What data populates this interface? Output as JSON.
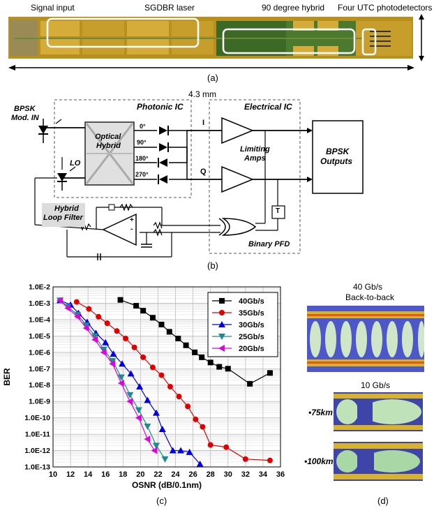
{
  "panel_a": {
    "caption": "(a)",
    "labels": {
      "signal_input": "Signal input",
      "sgdbr": "SGDBR laser",
      "hybrid": "90 degree hybrid",
      "utc": "Four UTC photodetectors"
    },
    "dimension": "4.3 mm",
    "colors": {
      "chip_bg": "#c39a2a",
      "gold": "#c8a43c",
      "green": "#2f5a1e"
    }
  },
  "panel_b": {
    "caption": "(b)",
    "photonic_ic": "Photonic IC",
    "electrical_ic": "Electrical IC",
    "bpsk_in_1": "BPSK",
    "bpsk_in_2": "Mod. IN",
    "lo": "LO",
    "hybrid_1": "Optical",
    "hybrid_2": "Hybrid",
    "ports": [
      "0°",
      "90°",
      "180°",
      "270°"
    ],
    "i_label": "I",
    "q_label": "Q",
    "limiting_1": "Limiting",
    "limiting_2": "Amps",
    "outputs_1": "BPSK",
    "outputs_2": "Outputs",
    "loop_1": "Hybrid",
    "loop_2": "Loop Filter",
    "pfd": "Binary PFD",
    "t_label": "T",
    "plus": "+",
    "minus": "-"
  },
  "panel_c": {
    "caption": "(c)"
  },
  "chart_data": {
    "type": "line",
    "xlabel": "OSNR (dB/0.1nm)",
    "ylabel": "BER",
    "xlim": [
      10,
      36
    ],
    "xticks": [
      10,
      12,
      14,
      16,
      18,
      20,
      22,
      24,
      26,
      28,
      30,
      32,
      34,
      36
    ],
    "ylog": true,
    "ylim": [
      1e-13,
      0.01
    ],
    "yticks": [
      {
        "v": -2,
        "label": "1.0E-2"
      },
      {
        "v": -3,
        "label": "1.0E-3"
      },
      {
        "v": -4,
        "label": "1.0E-4"
      },
      {
        "v": -5,
        "label": "1.0E-5"
      },
      {
        "v": -6,
        "label": "1.0E-6"
      },
      {
        "v": -7,
        "label": "1.0E-7"
      },
      {
        "v": -8,
        "label": "1.0E-8"
      },
      {
        "v": -9,
        "label": "1.0E-9"
      },
      {
        "v": -10,
        "label": "1.0E-10"
      },
      {
        "v": -11,
        "label": "1.0E-11"
      },
      {
        "v": -12,
        "label": "1.0E-12"
      },
      {
        "v": -13,
        "label": "1.0E-13"
      }
    ],
    "grid": true,
    "legend_position": "top-right",
    "series": [
      {
        "name": "40Gb/s",
        "color": "#000000",
        "marker": "square",
        "x": [
          17.7,
          19.5,
          20.3,
          21.4,
          22.4,
          23.3,
          24.3,
          25.2,
          26.2,
          27.0,
          28.0,
          29.0,
          30.0,
          32.5,
          34.8
        ],
        "y": [
          0.0016,
          0.0007,
          0.00035,
          0.00013,
          5e-05,
          1.8e-05,
          7e-06,
          2.7e-06,
          1e-06,
          5e-07,
          2.4e-07,
          1.3e-07,
          1e-07,
          1.2e-08,
          5.5e-08
        ]
      },
      {
        "name": "35Gb/s",
        "color": "#e00000",
        "marker": "circle",
        "x": [
          12.7,
          14.1,
          15.2,
          16.2,
          17.3,
          18.3,
          19.3,
          20.3,
          21.4,
          22.4,
          23.4,
          24.4,
          25.4,
          26.3,
          27.1,
          28.0,
          29.8,
          32.0,
          34.8
        ],
        "y": [
          0.0012,
          0.00045,
          0.00015,
          6e-05,
          2e-05,
          7e-06,
          2e-06,
          5e-07,
          1.2e-07,
          4e-08,
          8e-09,
          2e-09,
          5e-10,
          8e-11,
          2.8e-11,
          2.2e-12,
          1.6e-12,
          3e-13,
          2.5e-13
        ],
        "note": "approximate"
      },
      {
        "name": "30Gb/s",
        "color": "#0000e0",
        "marker": "triangle-up",
        "x": [
          10.8,
          12.0,
          12.9,
          13.9,
          14.9,
          16.0,
          16.9,
          17.9,
          18.9,
          19.9,
          20.8,
          21.8,
          22.5,
          23.7,
          24.6,
          25.6,
          26.8
        ],
        "y": [
          0.0015,
          0.0008,
          0.00025,
          7e-05,
          1.5e-05,
          4e-06,
          8e-07,
          2e-07,
          5e-08,
          8e-09,
          1.2e-09,
          2e-10,
          2e-11,
          1e-12,
          1e-12,
          8e-13,
          1.5e-13
        ]
      },
      {
        "name": "25Gb/s",
        "color": "#1a8c8c",
        "marker": "triangle-down",
        "x": [
          10.8,
          11.7,
          12.8,
          13.8,
          14.8,
          15.8,
          16.8,
          17.8,
          18.8,
          19.8,
          20.8,
          21.8,
          22.8
        ],
        "y": [
          0.0015,
          0.0006,
          0.0002,
          4.5e-05,
          1e-05,
          1.5e-06,
          3e-07,
          3e-08,
          2.5e-09,
          3e-10,
          3e-11,
          2e-12,
          3e-13
        ]
      },
      {
        "name": "20Gb/s",
        "color": "#e000e0",
        "marker": "triangle-left",
        "x": [
          10.8,
          11.7,
          12.8,
          13.8,
          14.8,
          15.8,
          16.8,
          17.8,
          18.8,
          19.8,
          20.8,
          21.6
        ],
        "y": [
          0.0015,
          0.0005,
          0.00015,
          3e-05,
          6e-06,
          1e-06,
          2e-07,
          1.3e-08,
          1e-09,
          1e-10,
          5e-12,
          1e-12
        ]
      }
    ]
  },
  "panel_d": {
    "caption": "(d)",
    "top_rate": "40 Gb/s",
    "top_condition": "Back-to-back",
    "bottom_rate": "10 Gb/s",
    "km75": "75km",
    "km100": "100km"
  }
}
